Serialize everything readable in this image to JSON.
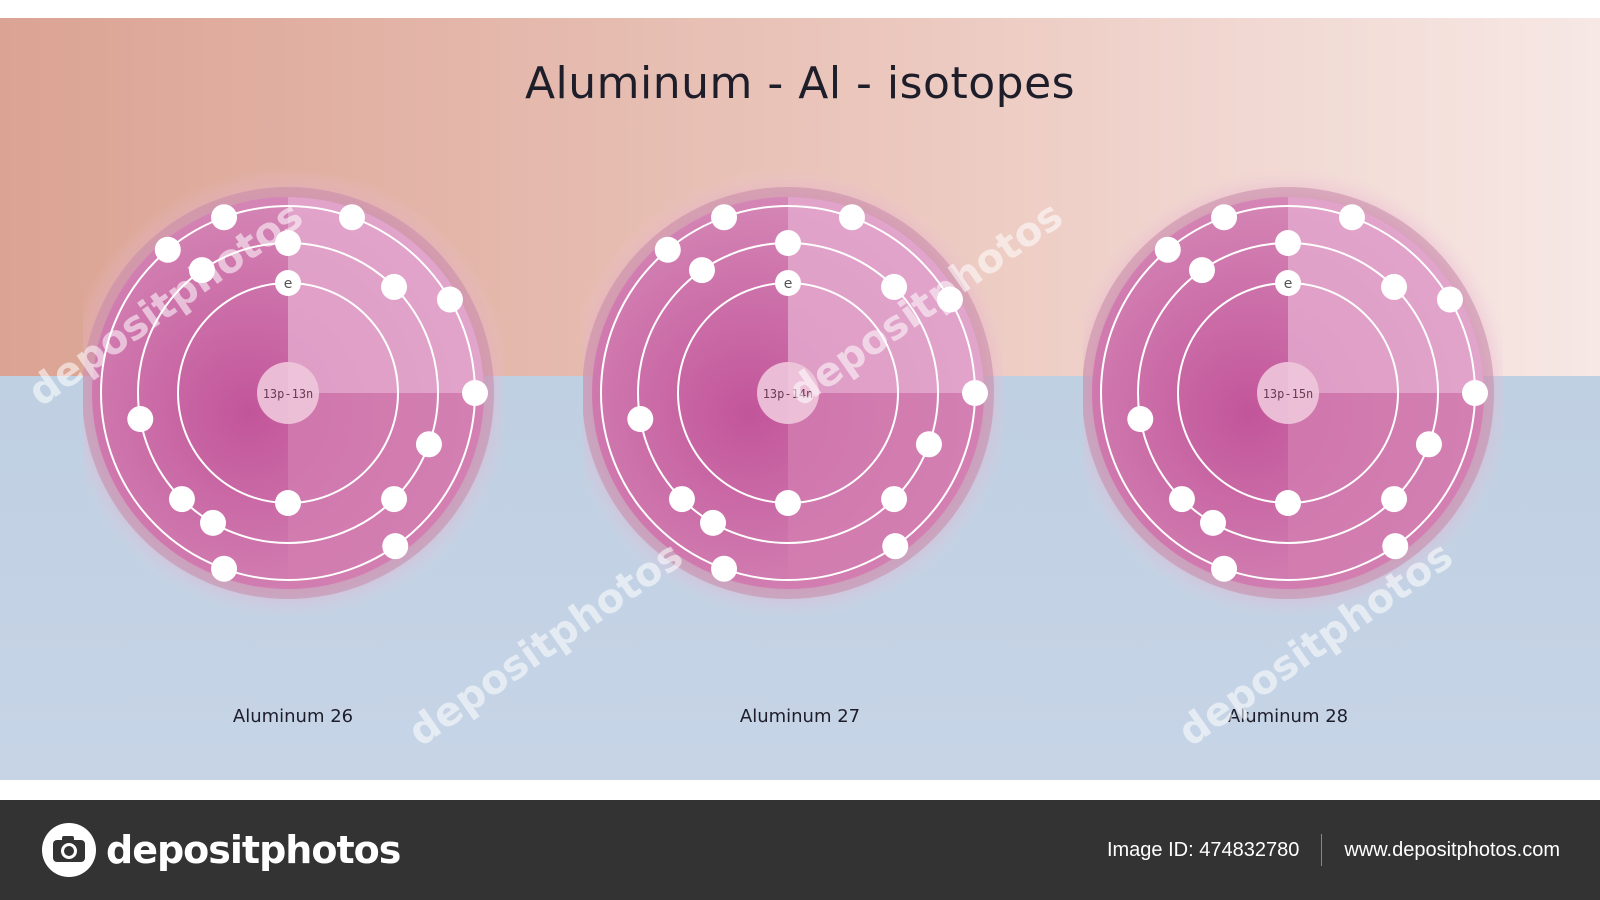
{
  "title": "Aluminum - Al - isotopes",
  "colors": {
    "top_left": "#dba393",
    "top_right": "#f7e8e5",
    "bottom": "#bfd0e2",
    "atom_core": "#c2559a",
    "atom_light": "#e3a8cc",
    "nucleus": "#eec6dc",
    "electron": "#ffffff",
    "footer": "#333333"
  },
  "atoms": [
    {
      "name": "Aluminum 26",
      "nucleus_label": "13p-13n",
      "electron_label": "e",
      "shell_angles": [
        [
          0,
          180
        ],
        [
          45,
          110,
          225,
          260,
          325,
          0,
          210,
          135
        ],
        [
          20,
          60,
          90,
          145,
          200,
          320,
          340
        ]
      ]
    },
    {
      "name": "Aluminum 27",
      "nucleus_label": "13p-14n",
      "electron_label": "e",
      "shell_angles": [
        [
          0,
          180
        ],
        [
          45,
          110,
          225,
          260,
          325,
          0,
          210,
          135
        ],
        [
          20,
          60,
          90,
          145,
          200,
          320,
          340
        ]
      ]
    },
    {
      "name": "Aluminum 28",
      "nucleus_label": "13p-15n",
      "electron_label": "e",
      "shell_angles": [
        [
          0,
          180
        ],
        [
          45,
          110,
          225,
          260,
          325,
          0,
          210,
          135
        ],
        [
          20,
          60,
          90,
          145,
          200,
          320,
          340
        ]
      ]
    }
  ],
  "watermark": "depositphotos",
  "footer": {
    "brand": "depositphotos",
    "image_id": "Image ID: 474832780",
    "site": "www.depositphotos.com"
  }
}
